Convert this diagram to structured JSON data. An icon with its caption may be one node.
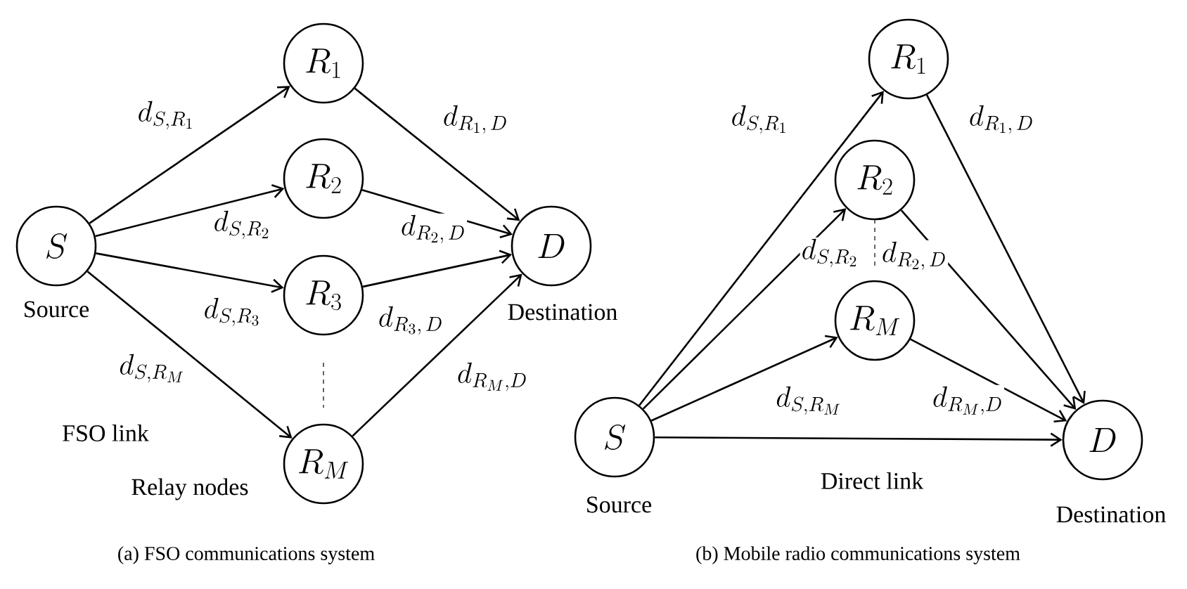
{
  "diagram": {
    "nodes": [
      {
        "text": [
          "S"
        ],
        "beside": [
          "Source"
        ]
      },
      {
        "text": [
          "R_1"
        ]
      },
      {
        "text": [
          "R_2"
        ]
      },
      {
        "text": [
          "R_3"
        ]
      },
      {
        "text": [
          "R_M"
        ]
      },
      {
        "text": [
          "D"
        ],
        "beside": [
          "Destination"
        ]
      },
      {
        "text": [
          "S"
        ],
        "beside": [
          "Source"
        ]
      },
      {
        "text": [
          "R_1"
        ]
      },
      {
        "text": [
          "R_2"
        ]
      },
      {
        "text": [
          "R_M"
        ]
      },
      {
        "text": [
          "D"
        ],
        "beside": [
          "Destination"
        ]
      }
    ],
    "edges": [
      {
        "from": 0,
        "to": 1,
        "arrow": "to",
        "label": "d_{S,R_1}"
      },
      {
        "from": 0,
        "to": 2,
        "arrow": "to",
        "label": "d_{S,R_2}"
      },
      {
        "from": 0,
        "to": 3,
        "arrow": "to",
        "label": "d_{S,R_3}"
      },
      {
        "from": 0,
        "to": 4,
        "arrow": "to",
        "label": "d_{S,R_M}"
      },
      {
        "from": 1,
        "to": 5,
        "arrow": "to",
        "label": "d_{R_1,\\,D}"
      },
      {
        "from": 2,
        "to": 5,
        "arrow": "to",
        "label": "d_{R_2,\\,D}"
      },
      {
        "from": 3,
        "to": 5,
        "arrow": "to",
        "label": "d_{R_3,\\,D}"
      },
      {
        "from": 4,
        "to": 5,
        "arrow": "to",
        "label": "d_{R_M,D}"
      },
      {
        "from": 6,
        "to": 7,
        "arrow": "to",
        "label": "d_{S,R_1}"
      },
      {
        "from": 6,
        "to": 8,
        "arrow": "to",
        "label": "d_{S,R_2}"
      },
      {
        "from": 6,
        "to": 9,
        "arrow": "to",
        "label": "d_{S,R_M}"
      },
      {
        "from": 7,
        "to": 10,
        "arrow": "to",
        "label": "d_{R_1,\\,D}"
      },
      {
        "from": 8,
        "to": 10,
        "arrow": "to",
        "label": "d_{R_2,\\,D}"
      },
      {
        "from": 9,
        "to": 10,
        "arrow": "to",
        "label": "d_{R_M,D}"
      },
      {
        "from": 6,
        "to": 10,
        "arrow": "to"
      }
    ],
    "labels": [
      "FSO link",
      "Relay nodes",
      "Direct link",
      "(a) FSO communications system",
      "(b) Mobile radio communications system"
    ]
  }
}
